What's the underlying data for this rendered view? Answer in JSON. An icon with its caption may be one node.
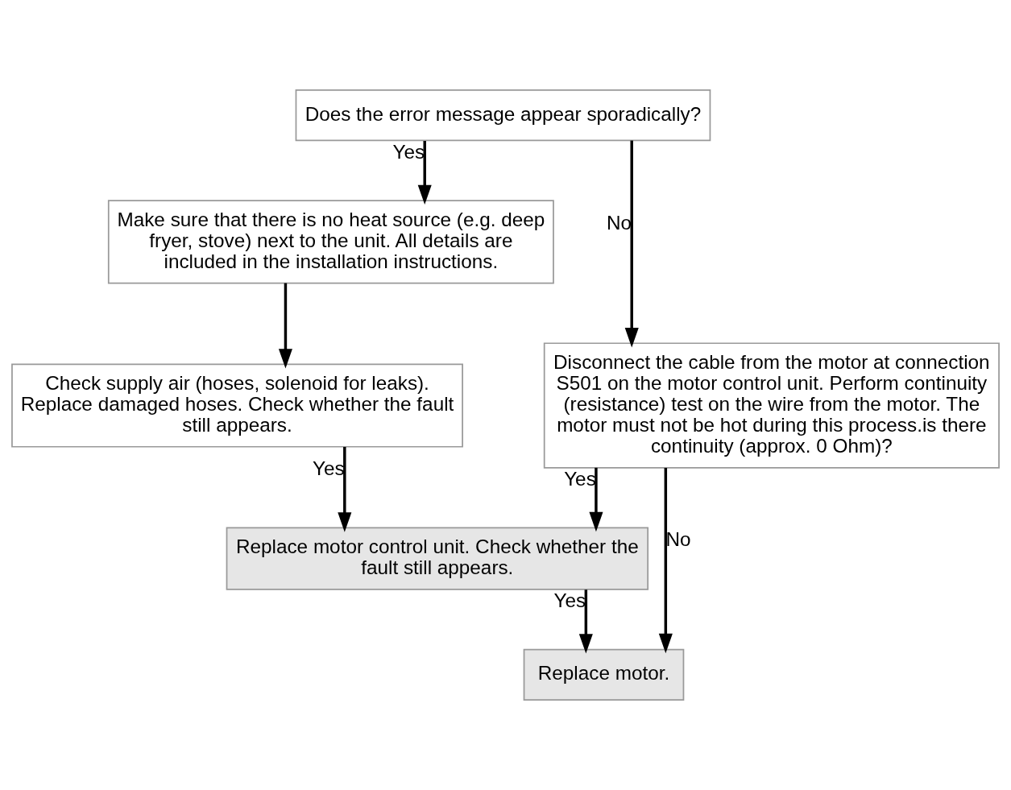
{
  "diagram": {
    "nodes": [
      {
        "text": [
          "Does the error message appear sporadically?"
        ]
      },
      {
        "text": [
          "Make sure that there is no heat source (e.g. deep fryer, stove) next to the unit. All details are included in the installation instructions."
        ]
      },
      {
        "text": [
          "Disconnect the cable from the motor at connection S501 on the motor control unit. Perform continuity (resistance) test on the wire from the motor. The motor must not be hot during this process.is there continuity (approx. 0 Ohm)?"
        ]
      },
      {
        "text": [
          "Check supply air (hoses, solenoid for leaks). Replace damaged hoses. Check whether the fault still appears."
        ]
      },
      {
        "text": [
          "Replace motor control unit. Check whether the fault still appears."
        ]
      },
      {
        "text": [
          "Replace motor."
        ]
      }
    ],
    "edges": [
      {
        "from": 0,
        "to": 1,
        "arrow": "to",
        "label": "Yes"
      },
      {
        "from": 0,
        "to": 2,
        "arrow": "to",
        "label": "No"
      },
      {
        "from": 1,
        "to": 3,
        "arrow": "to"
      },
      {
        "from": 3,
        "to": 4,
        "arrow": "to",
        "label": "Yes"
      },
      {
        "from": 2,
        "to": 4,
        "arrow": "to",
        "label": "Yes"
      },
      {
        "from": 2,
        "to": 5,
        "arrow": "to",
        "label": "No"
      },
      {
        "from": 4,
        "to": 5,
        "arrow": "to",
        "label": "Yes"
      }
    ]
  }
}
